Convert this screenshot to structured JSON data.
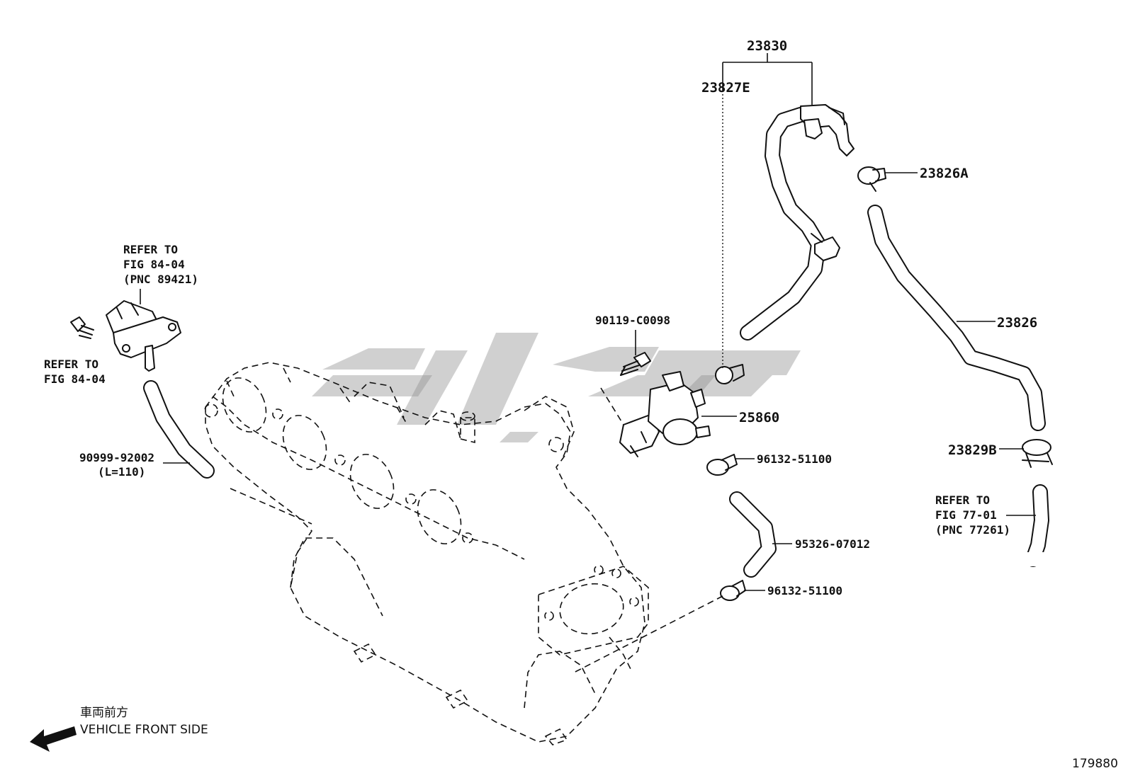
{
  "labels": {
    "p23830": "23830",
    "p23827e": "23827E",
    "p23826a": "23826A",
    "p23826": "23826",
    "p23829b": "23829B",
    "p90119": "90119-C0098",
    "p25860": "25860",
    "p96132_top": "96132-51100",
    "p95326": "95326-07012",
    "p96132_bottom": "96132-51100",
    "p90999": "90999-92002",
    "p90999_len": "(L=110)",
    "refer_top_1": "REFER TO",
    "refer_top_2": "FIG 84-04",
    "refer_top_3": "(PNC 89421)",
    "refer_left_1": "REFER TO",
    "refer_left_2": "FIG 84-04",
    "refer_right_1": "REFER TO",
    "refer_right_2": "FIG 77-01",
    "refer_right_3": "(PNC 77261)",
    "front_jp": "車両前方",
    "front_en": "VEHICLE FRONT SIDE",
    "figure_number": "179880"
  },
  "icons": {
    "front_arrow": "arrow-left-icon",
    "watermark": "brand-watermark"
  }
}
